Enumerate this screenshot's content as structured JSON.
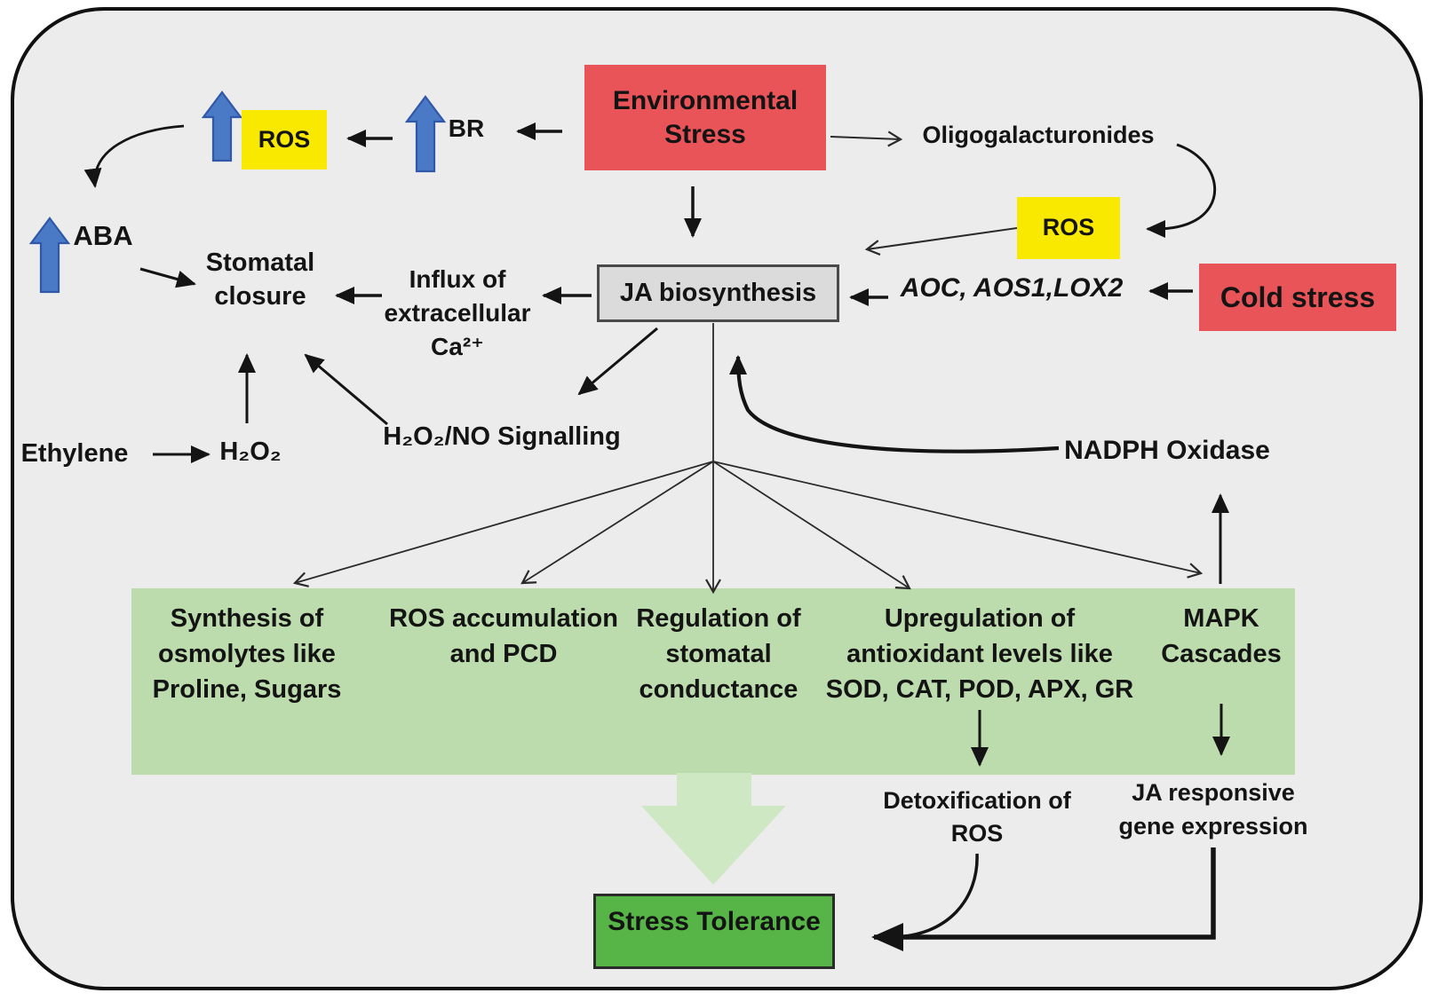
{
  "figure_type": "plant JA-signalling stress pathway diagram",
  "colors": {
    "panel_bg": "#ECECEC",
    "stress_red": "#E95459",
    "ros_yellow": "#F9E900",
    "ja_gray": "#DBDBDB",
    "band_green": "#BDDCAD",
    "fat_arrow_green": "#CEE8C4",
    "tolerance_green": "#57B548",
    "block_arrow_blue": "#4A79C5",
    "block_arrow_blue_border": "#3058A8"
  },
  "nodes": {
    "env_stress": "Environmental\nStress",
    "ros_left": "ROS",
    "ros_right": "ROS",
    "br": "BR",
    "aba": "ABA",
    "oligogalacturonides": "Oligogalacturonides",
    "cold_stress": "Cold stress",
    "aoc_genes": "AOC, AOS1,LOX2",
    "ja_biosynthesis": "JA biosynthesis",
    "stomatal_closure": "Stomatal\nclosure",
    "influx_ca": "Influx of\nextracellular\nCa²⁺",
    "ethylene": "Ethylene",
    "h2o2": "H₂O₂",
    "h2o2_no_signalling": "H₂O₂/NO Signalling",
    "nadph_oxidase": "NADPH Oxidase",
    "outcome_osmolytes": "Synthesis of\nosmolytes like\nProline, Sugars",
    "outcome_ros_pcd": "ROS accumulation\nand PCD",
    "outcome_stomatal": "Regulation of\nstomatal\nconductance",
    "outcome_antioxidant": "Upregulation of\nantioxidant levels like\nSOD, CAT, POD, APX, GR",
    "outcome_mapk": "MAPK\nCascades",
    "detox_ros": "Detoxification of\nROS",
    "ja_responsive": "JA responsive\ngene expression",
    "stress_tolerance": "Stress Tolerance"
  }
}
